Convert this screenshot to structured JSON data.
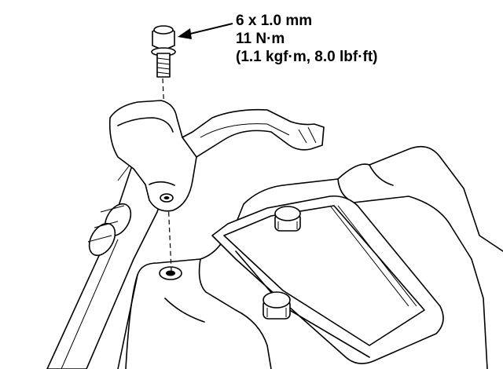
{
  "callout": {
    "bolt_size": "6 x 1.0 mm",
    "torque_nm": "11 N·m",
    "torque_alt": "(1.1 kgf·m, 8.0 lbf·ft)"
  }
}
